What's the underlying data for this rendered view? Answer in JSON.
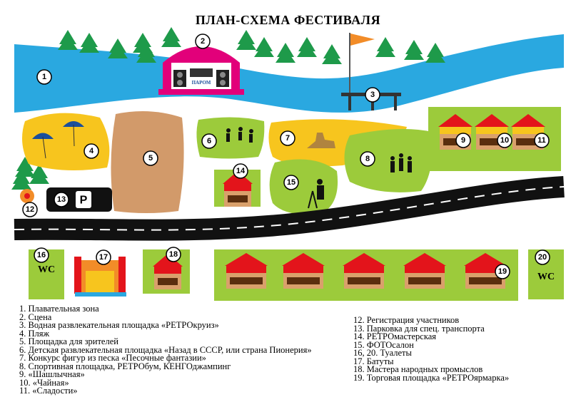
{
  "title": "ПЛАН-СХЕМА ФЕСТИВАЛЯ",
  "markers": {
    "m1": "1",
    "m2": "2",
    "m3": "3",
    "m4": "4",
    "m5": "5",
    "m6": "6",
    "m7": "7",
    "m8": "8",
    "m9": "9",
    "m10": "10",
    "m11": "11",
    "m12": "12",
    "m13": "13",
    "m14": "14",
    "m15": "15",
    "m16": "16",
    "m17": "17",
    "m18": "18",
    "m19": "19",
    "m20": "20"
  },
  "labels": {
    "parking": "P",
    "wc_left": "WC",
    "wc_right": "WC",
    "stage_sign": "ПАРОМ"
  },
  "legend_left": [
    "1. Плавательная зона",
    "2. Сцена",
    "3. Водная развлекательная площадка «РЕТРОкруиз»",
    "4. Пляж",
    "5. Площадка для зрителей",
    "6. Детская развлекательная площадка «Назад в СССР, или страна Пионерия»",
    "7. Конкурс фигур из песка «Песочные фантазии»",
    "8. Спортивная площадка, РЕТРОбум, КЕНГОджампинг",
    "9. «Шашлычная»",
    "10. «Чайная»",
    "11. «Сладости»"
  ],
  "legend_right": [
    "12. Регистрация участников",
    "13. Парковка для спец. транспорта",
    "14. РЕТРОмастерская",
    "15. ФОТОсалон",
    "16, 20. Туалеты",
    "17. Батуты",
    "18. Мастера народных промыслов",
    "19. Торговая площадка «РЕТРОярмарка»"
  ],
  "colors": {
    "water": "#2aa8e0",
    "grass": "#9ccb3b",
    "sand": "#f7c51e",
    "field": "#d29a6a",
    "road": "#111111",
    "roof": "#e3141b",
    "accent": "#e2007a"
  }
}
